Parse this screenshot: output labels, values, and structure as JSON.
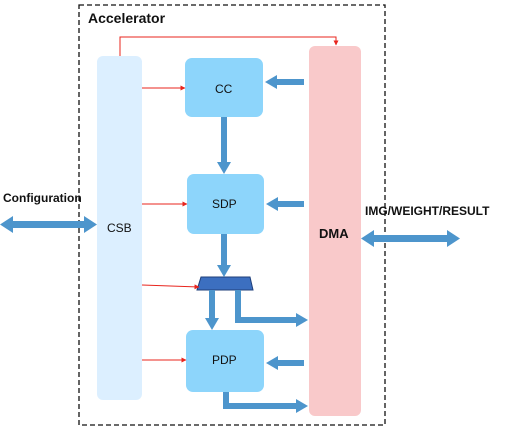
{
  "diagram": {
    "title": "Accelerator",
    "left_label": "Configuration",
    "right_label": "IMG/WEIGHT/RESULT",
    "blocks": {
      "csb": "CSB",
      "dma": "DMA",
      "cc": "CC",
      "sdp": "SDP",
      "pdp": "PDP"
    }
  },
  "colors": {
    "csb_fill": "#dcefff",
    "dma_fill": "#f9c9ca",
    "unit_fill": "#8dd5fb",
    "mux_fill": "#3c6fc0",
    "data_arrow": "#4d95cc",
    "control_arrow": "#e8251e",
    "border": "#111111"
  },
  "icons": {
    "mux": "multiplexer-trapezoid"
  }
}
